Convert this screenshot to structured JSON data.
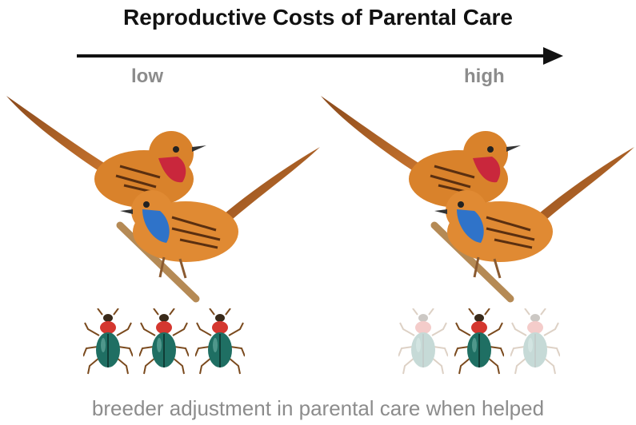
{
  "title": "Reproductive Costs of Parental Care",
  "axis": {
    "low_label": "low",
    "high_label": "high"
  },
  "panels": [
    {
      "beetles": [
        {
          "faded": false
        },
        {
          "faded": false
        },
        {
          "faded": false
        }
      ]
    },
    {
      "beetles": [
        {
          "faded": true
        },
        {
          "faded": false
        },
        {
          "faded": true
        }
      ]
    }
  ],
  "caption": "breeder adjustment in parental care when helped",
  "colors": {
    "bird_orange": "#d9822b",
    "male_throat": "#2f73c9",
    "female_throat": "#c9273c",
    "beetle_body": "#1f6f63",
    "label_grey": "#8c8c8c"
  }
}
